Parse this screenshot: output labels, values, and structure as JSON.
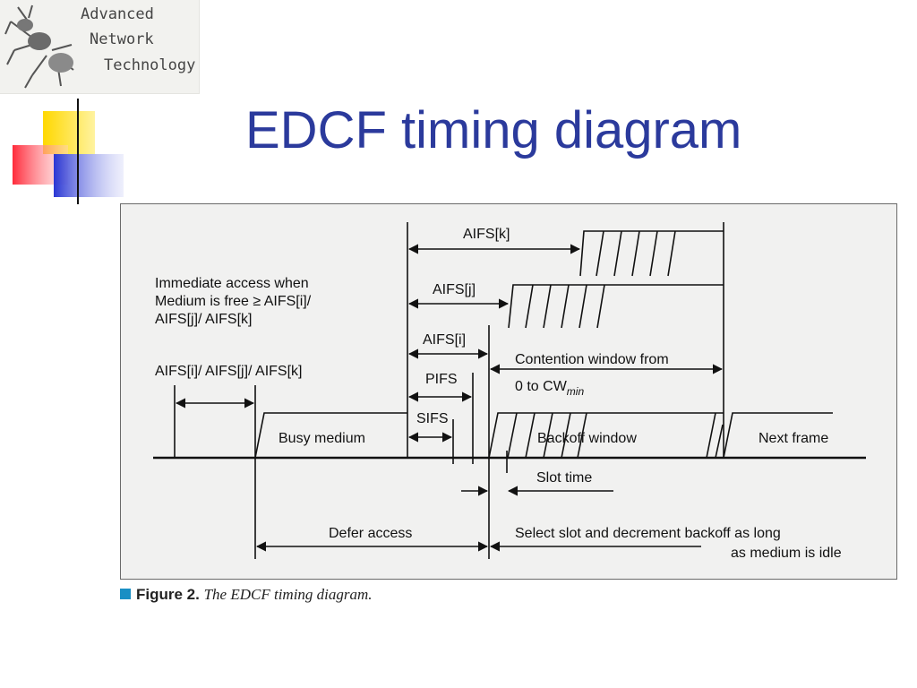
{
  "logo": {
    "lines": [
      "Advanced",
      "Network",
      "Technology"
    ]
  },
  "title": "EDCF timing diagram",
  "diagram": {
    "labels": {
      "aifs_k": "AIFS[k]",
      "aifs_j": "AIFS[j]",
      "aifs_i": "AIFS[i]",
      "pifs": "PIFS",
      "sifs": "SIFS",
      "immediate_1": "Immediate access when",
      "immediate_2": "Medium is free ≥ AIFS[i]/",
      "immediate_3": "AIFS[j]/ AIFS[k]",
      "aifs_ijk": "AIFS[i]/ AIFS[j]/ AIFS[k]",
      "contention_1": "Contention window from",
      "contention_2": "0 to CW",
      "contention_sub": "min",
      "busy_medium": "Busy medium",
      "backoff_window": "Backoff window",
      "next_frame": "Next frame",
      "slot_time": "Slot time",
      "defer_access": "Defer access",
      "select_1": "Select slot and decrement backoff as long",
      "select_2": "as medium is idle"
    }
  },
  "caption": {
    "figure": "Figure 2.",
    "text": "The EDCF timing diagram."
  }
}
